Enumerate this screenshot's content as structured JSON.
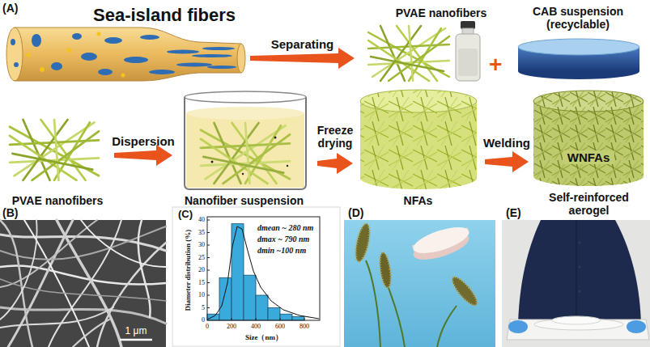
{
  "diagram": {
    "nodes": [
      {
        "text": [
          "Sea-island fibers"
        ]
      },
      {
        "text": [
          "PVAE nanofibers"
        ]
      },
      {
        "text": [
          "CAB suspension (recyclable)"
        ]
      },
      {
        "text": [
          "PVAE nanofibers"
        ]
      },
      {
        "text": [
          "Nanofiber suspension"
        ]
      },
      {
        "text": [
          "NFAs"
        ]
      },
      {
        "text": [
          "WNFAs",
          "Self-reinforced aerogel"
        ]
      }
    ],
    "edges": [
      {
        "from": 0,
        "to": 1,
        "label": "Separating",
        "arrow": "to"
      },
      {
        "from": 3,
        "to": 4,
        "label": "Dispersion",
        "arrow": "to"
      },
      {
        "from": 4,
        "to": 5,
        "label": "Freeze drying",
        "arrow": "to"
      },
      {
        "from": 5,
        "to": 6,
        "label": "Welding",
        "arrow": "to"
      }
    ],
    "labels": [
      "(A)",
      "+",
      "(B)",
      "1 μm",
      "(C)",
      "dmean ~ 280 nm",
      "dmax ~ 790 nm",
      "dmin ~100 nm",
      "Diameter distribution (%)",
      "Size（nm）",
      "0",
      "5",
      "10",
      "15",
      "20",
      "25",
      "30",
      "35",
      "40",
      "0",
      "200",
      "400",
      "600",
      "800",
      "(D)",
      "(E)"
    ]
  }
}
